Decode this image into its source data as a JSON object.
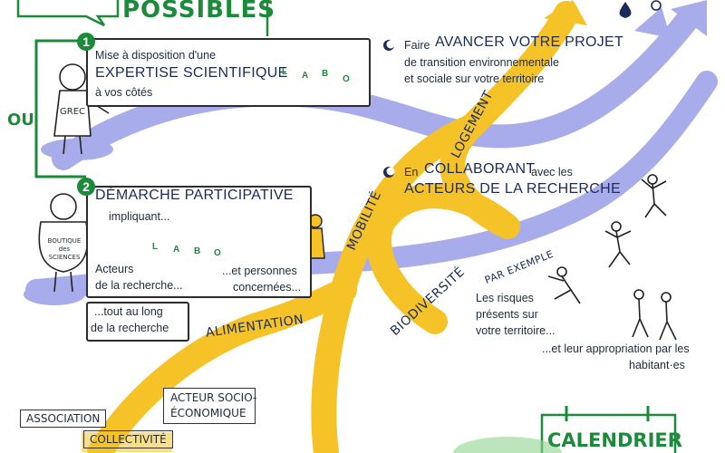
{
  "header": {
    "title": "POSSIBLES"
  },
  "steps": [
    {
      "number": "1",
      "line1": "Mise à disposition d'une",
      "line2": "EXPERTISE SCIENTIFIQUE",
      "line3": "à vos côtés"
    },
    {
      "number": "2",
      "line1": "DÉMARCHE PARTICIPATIVE",
      "line2": "impliquant..."
    }
  ],
  "connector": {
    "label": "OU"
  },
  "figures": {
    "grec_label": "GREC",
    "boutique_label": "BOUTIQUE des SCIENCES",
    "labo_letters": [
      "L",
      "A",
      "B",
      "O"
    ]
  },
  "participative": {
    "actors_line1": "Acteurs",
    "actors_line2": "de la recherche...",
    "persons_line1": "...et personnes",
    "persons_line2": "concernées...",
    "along_line1": "...tout au long",
    "along_line2": "de la recherche"
  },
  "advance": {
    "line1_small": "Faire",
    "line1_big": "AVANCER VOTRE PROJET",
    "line2": "de transition environnementale",
    "line3": "et sociale sur votre territoire"
  },
  "collab": {
    "line1_small": "En",
    "line1_big": "COLLABORANT",
    "line1_tail": "avec les",
    "line2": "ACTEURS DE LA RECHERCHE"
  },
  "themes": {
    "logement": "LOGEMENT",
    "mobilite": "MOBILITÉ",
    "biodiversite": "BIODIVERSITÉ",
    "alimentation": "ALIMENTATION",
    "par_exemple": "PAR EXEMPLE"
  },
  "risks": {
    "line1": "Les risques",
    "line2": "présents sur",
    "line3": "votre territoire...",
    "line4": "...et leur appropriation par les",
    "line5": "habitant·es"
  },
  "partners": {
    "association": "ASSOCIATION",
    "collectivite": "COLLECTIVITÉ",
    "acteur_line1": "ACTEUR SOCIO-",
    "acteur_line2": "ÉCONOMIQUE"
  },
  "calendar": {
    "label": "CALENDRIER"
  },
  "colors": {
    "yellow": "#f5c327",
    "lavender": "#a9acea",
    "green": "#1c8a3b",
    "navy": "#1b2b59"
  }
}
